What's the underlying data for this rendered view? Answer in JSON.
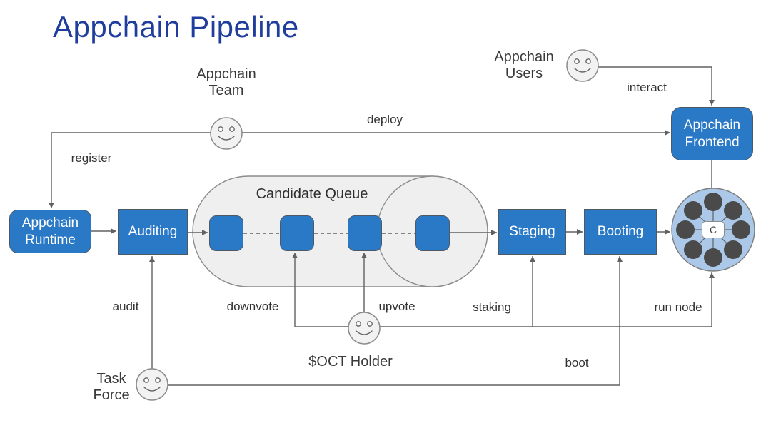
{
  "title": "Appchain Pipeline",
  "nodes": {
    "runtime": {
      "label": "Appchain\nRuntime"
    },
    "auditing": {
      "label": "Auditing"
    },
    "candidate_queue": {
      "label": "Candidate Queue"
    },
    "staging": {
      "label": "Staging"
    },
    "booting": {
      "label": "Booting"
    },
    "frontend": {
      "label": "Appchain\nFrontend"
    },
    "node_cluster": {
      "center_label": "C"
    }
  },
  "actors": {
    "team": {
      "label": "Appchain\nTeam"
    },
    "users": {
      "label": "Appchain\nUsers"
    },
    "oct_holder": {
      "label": "$OCT Holder"
    },
    "task_force": {
      "label": "Task\nForce"
    }
  },
  "edges": {
    "register": "register",
    "deploy": "deploy",
    "interact": "interact",
    "audit": "audit",
    "downvote": "downvote",
    "upvote": "upvote",
    "staking": "staking",
    "run_node": "run node",
    "boot": "boot"
  },
  "colors": {
    "title-blue": "#1f3d9c",
    "box-blue": "#2a79c6",
    "box-border": "#4d5a66",
    "shape-fill": "#efefef",
    "shape-border": "#8c8c8c",
    "line-gray": "#616161",
    "cluster-fill": "#abc8e9",
    "cluster-node": "#4a4a4a",
    "label-dark": "#333333"
  }
}
